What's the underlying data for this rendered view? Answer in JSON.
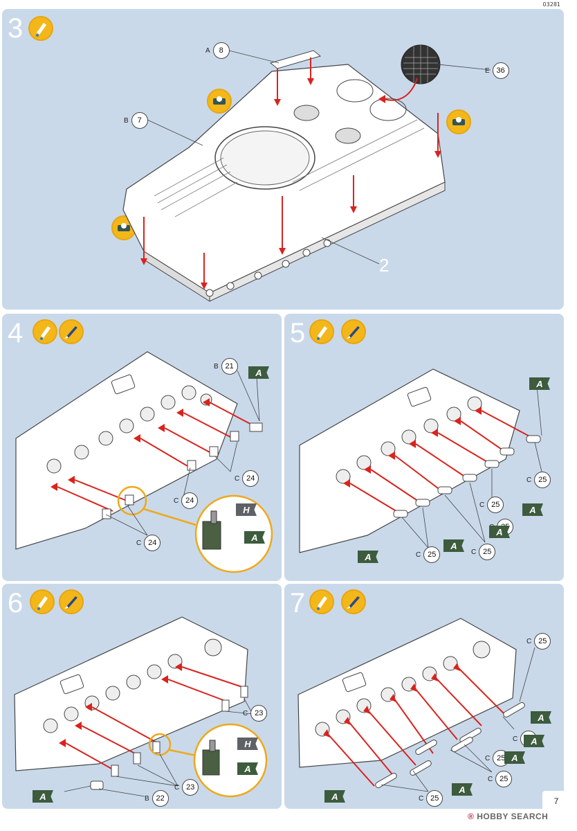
{
  "doc_code": "03281",
  "page_number": "7",
  "watermark": {
    "brand": "HOBBY SEARCH",
    "mark": "®"
  },
  "colors": {
    "panel": "#c9d9ea",
    "icon": "#f4b71a",
    "flag_a": "#3d5b3d",
    "flag_h": "#5e6166",
    "arrow": "#d9231d"
  },
  "steps": {
    "s3": {
      "number": "3",
      "icons": [
        "glue-icon",
        "tape-icon",
        "tape-icon",
        "tape-icon"
      ],
      "callouts": {
        "a": {
          "letter": "A",
          "num": "8"
        },
        "b": {
          "letter": "B",
          "num": "7"
        },
        "e": {
          "letter": "E",
          "num": "36"
        }
      },
      "part_label": "2"
    },
    "s4": {
      "number": "4",
      "icons": [
        "glue-icon",
        "paint-brush-icon"
      ],
      "callouts": {
        "b21": {
          "letter": "B",
          "num": "21"
        },
        "c24a": {
          "letter": "C",
          "num": "24"
        },
        "c24b": {
          "letter": "C",
          "num": "24"
        },
        "c24c": {
          "letter": "C",
          "num": "24"
        }
      },
      "flags": [
        "A",
        "H",
        "A"
      ]
    },
    "s5": {
      "number": "5",
      "icons": [
        "glue-icon",
        "paint-brush-icon"
      ],
      "callouts": {
        "c25a": {
          "letter": "C",
          "num": "25"
        },
        "c25b": {
          "letter": "C",
          "num": "25"
        },
        "c25c": {
          "letter": "C",
          "num": "25"
        },
        "c25d": {
          "letter": "C",
          "num": "25"
        },
        "c25e": {
          "letter": "C",
          "num": "25"
        }
      },
      "flags": [
        "A",
        "A",
        "A",
        "A",
        "A"
      ]
    },
    "s6": {
      "number": "6",
      "icons": [
        "glue-icon",
        "paint-brush-icon"
      ],
      "callouts": {
        "c23a": {
          "letter": "C",
          "num": "23"
        },
        "c23b": {
          "letter": "C",
          "num": "23"
        },
        "b22": {
          "letter": "B",
          "num": "22"
        }
      },
      "flags": [
        "A",
        "H",
        "A"
      ]
    },
    "s7": {
      "number": "7",
      "icons": [
        "glue-icon",
        "paint-brush-icon"
      ],
      "callouts": {
        "c25a": {
          "letter": "C",
          "num": "25"
        },
        "c25b": {
          "letter": "C",
          "num": "25"
        },
        "c25c": {
          "letter": "C",
          "num": "25"
        },
        "c25d": {
          "letter": "C",
          "num": "25"
        },
        "c25e": {
          "letter": "C",
          "num": "25"
        }
      },
      "flags": [
        "A",
        "A",
        "A",
        "A",
        "A"
      ]
    }
  }
}
